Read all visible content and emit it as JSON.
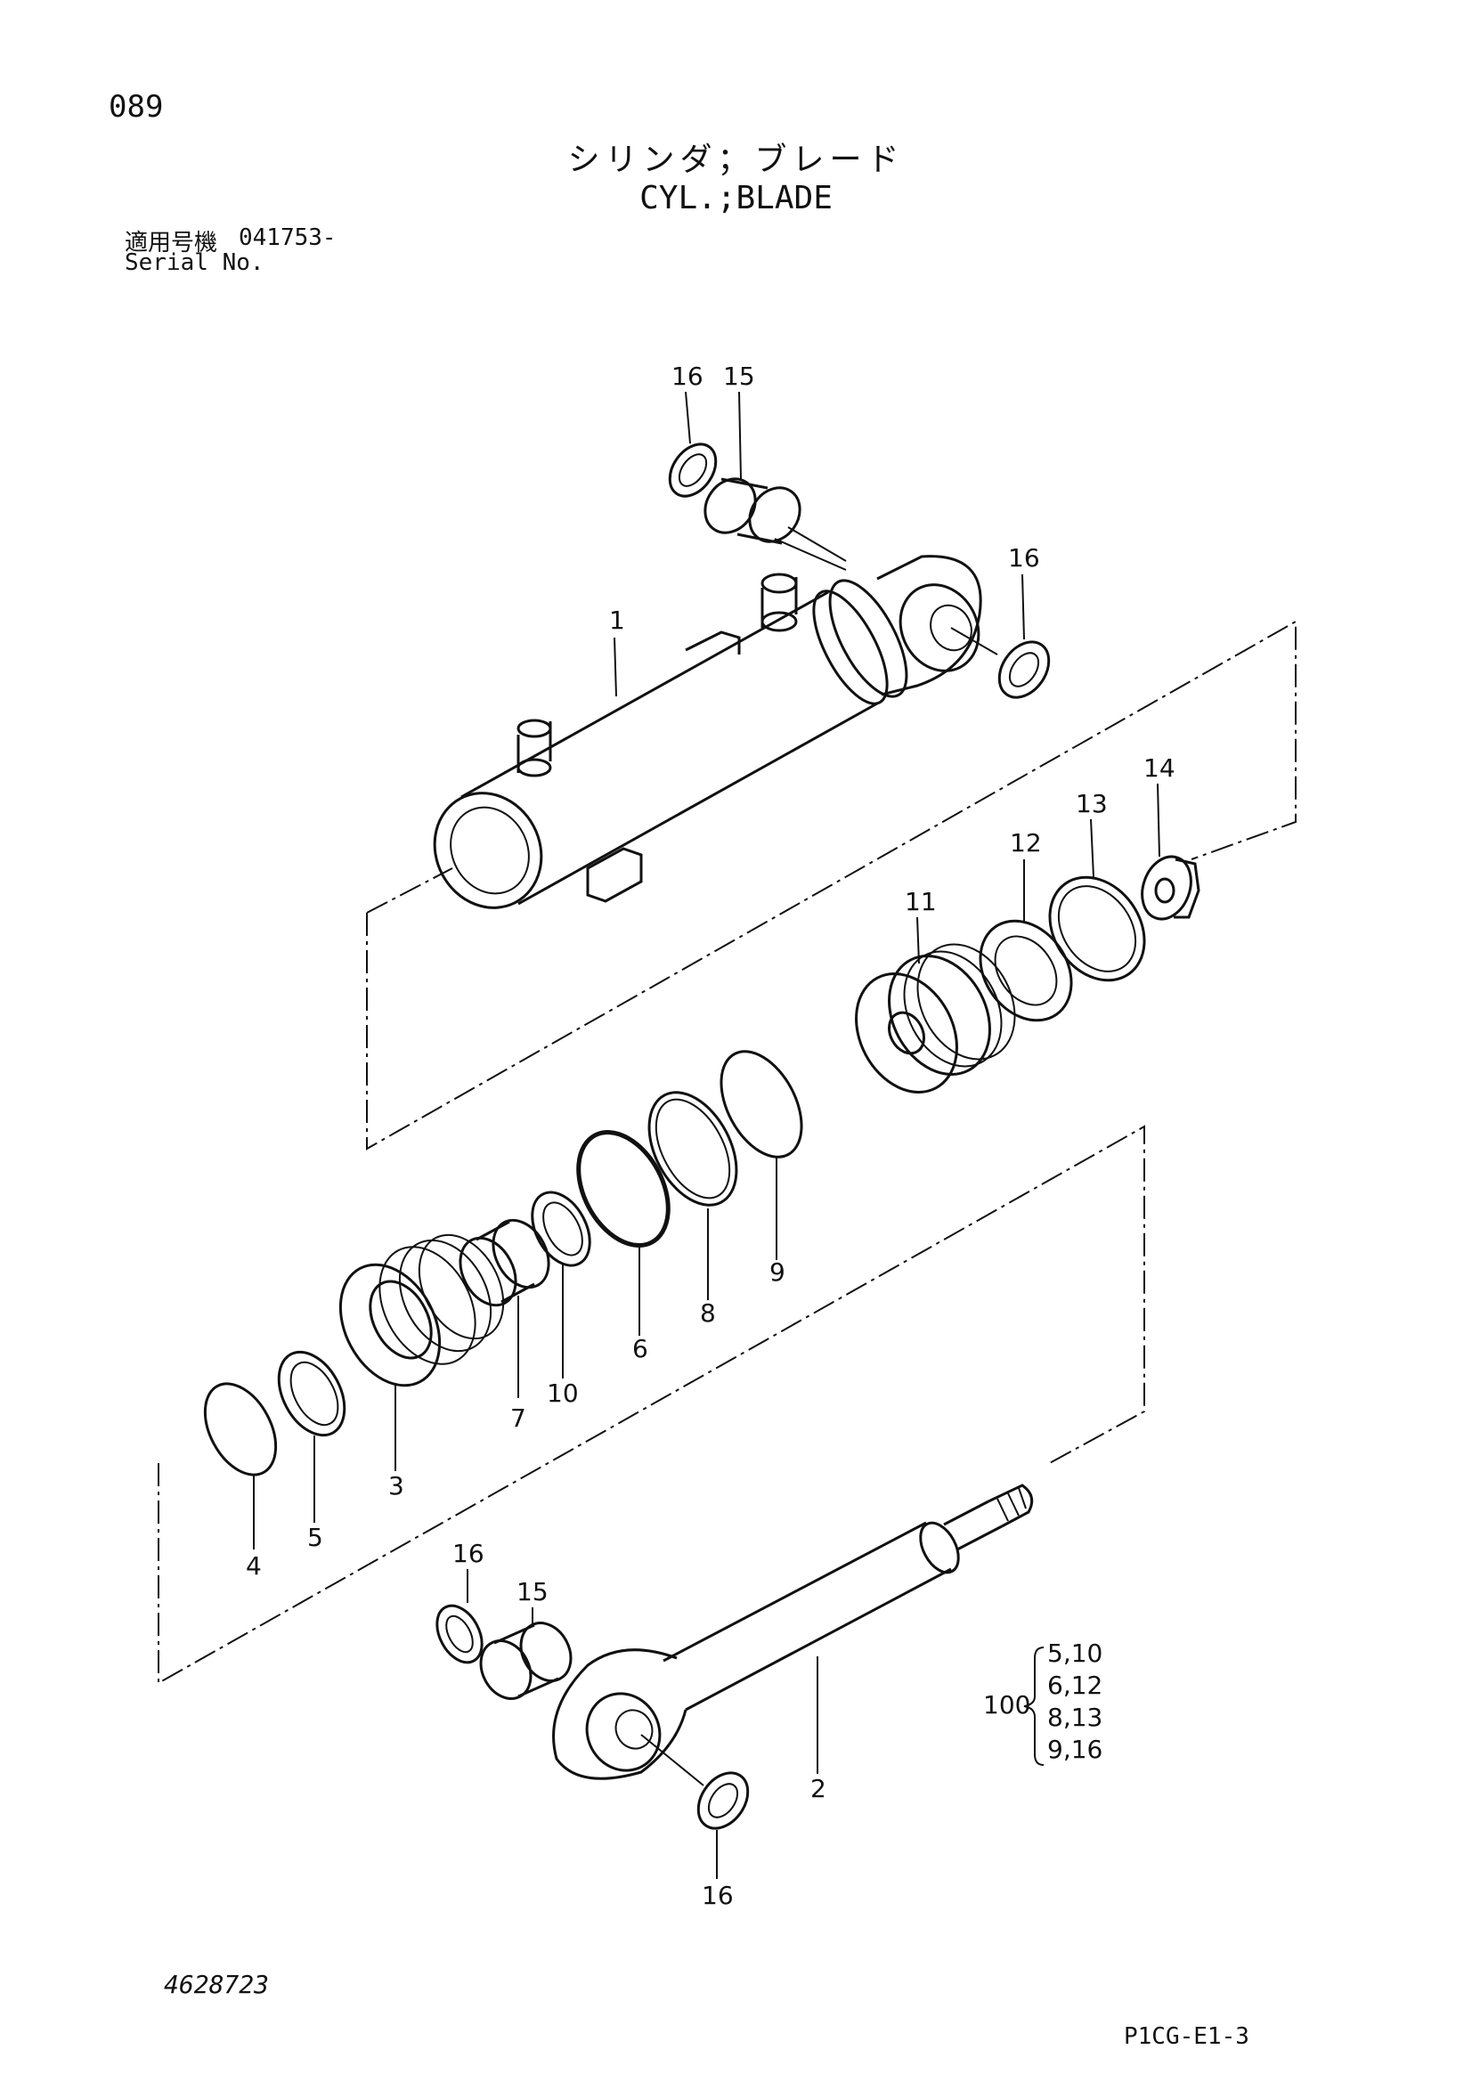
{
  "header": {
    "page_number": "089",
    "title_jp": "シリンダ；ブレード",
    "title_en": "CYL.;BLADE",
    "serial_label_jp": "適用号機",
    "serial_number": "041753-",
    "serial_label_en": "Serial No."
  },
  "callouts": [
    {
      "id": "c16a",
      "label": "16"
    },
    {
      "id": "c15a",
      "label": "15"
    },
    {
      "id": "c16b",
      "label": "16"
    },
    {
      "id": "c1",
      "label": "1"
    },
    {
      "id": "c14",
      "label": "14"
    },
    {
      "id": "c13",
      "label": "13"
    },
    {
      "id": "c12",
      "label": "12"
    },
    {
      "id": "c11",
      "label": "11"
    },
    {
      "id": "c9",
      "label": "9"
    },
    {
      "id": "c8",
      "label": "8"
    },
    {
      "id": "c6",
      "label": "6"
    },
    {
      "id": "c10",
      "label": "10"
    },
    {
      "id": "c7",
      "label": "7"
    },
    {
      "id": "c3",
      "label": "3"
    },
    {
      "id": "c5",
      "label": "5"
    },
    {
      "id": "c4",
      "label": "4"
    },
    {
      "id": "c16c",
      "label": "16"
    },
    {
      "id": "c15b",
      "label": "15"
    },
    {
      "id": "c2",
      "label": "2"
    },
    {
      "id": "c16d",
      "label": "16"
    }
  ],
  "kit": {
    "number": "100",
    "items": [
      "5,10",
      "6,12",
      "8,13",
      "9,16"
    ]
  },
  "footer": {
    "doc_number": "4628723",
    "page_code": "P1CG-E1-3"
  }
}
